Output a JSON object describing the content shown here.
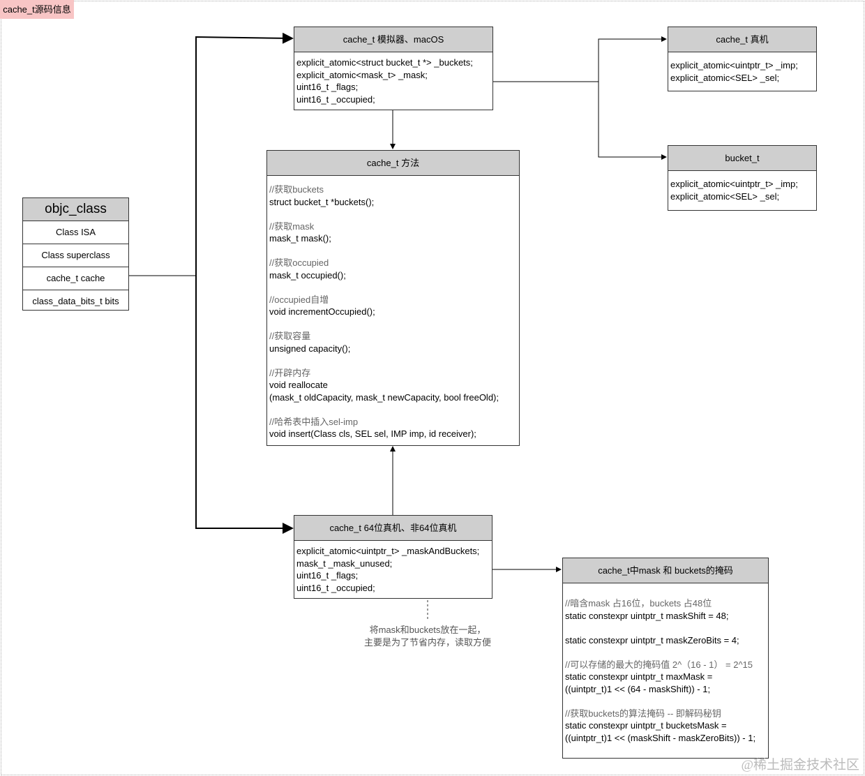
{
  "title": "cache_t源码信息",
  "objc_class": {
    "title": "objc_class",
    "rows": [
      "Class ISA",
      "Class superclass",
      "cache_t cache",
      "class_data_bits_t bits"
    ]
  },
  "sim": {
    "title": "cache_t 模拟器、macOS",
    "lines": [
      "explicit_atomic<struct bucket_t *> _buckets;",
      "explicit_atomic<mask_t> _mask;",
      "uint16_t _flags;",
      "uint16_t _occupied;"
    ]
  },
  "device": {
    "title": "cache_t 真机",
    "lines": [
      "explicit_atomic<uintptr_t> _imp;",
      "explicit_atomic<SEL> _sel;"
    ]
  },
  "bucket": {
    "title": "bucket_t",
    "lines": [
      "explicit_atomic<uintptr_t> _imp;",
      "explicit_atomic<SEL> _sel;"
    ]
  },
  "methods": {
    "title": "cache_t 方法",
    "groups": [
      {
        "comment": "//获取buckets",
        "code": "struct bucket_t *buckets();"
      },
      {
        "comment": "//获取mask",
        "code": "mask_t mask();"
      },
      {
        "comment": "//获取occupied",
        "code": "mask_t occupied();"
      },
      {
        "comment": "//occupied自增",
        "code": "void incrementOccupied();"
      },
      {
        "comment": "//获取容量",
        "code": "unsigned capacity();"
      },
      {
        "comment": "//开辟内存",
        "code": "void reallocate\n(mask_t oldCapacity, mask_t newCapacity, bool freeOld);"
      },
      {
        "comment": "//哈希表中插入sel-imp",
        "code": "void insert(Class cls, SEL sel, IMP imp, id receiver);"
      }
    ]
  },
  "arm64": {
    "title": "cache_t 64位真机、非64位真机",
    "lines": [
      "explicit_atomic<uintptr_t> _maskAndBuckets;",
      "mask_t _mask_unused;",
      "uint16_t _flags;",
      "uint16_t _occupied;"
    ]
  },
  "note": [
    "将mask和buckets放在一起，",
    "主要是为了节省内存，读取方便"
  ],
  "mask": {
    "title": "cache_t中mask 和 buckets的掩码",
    "groups": [
      {
        "comment": "//暗含mask 占16位，buckets 占48位",
        "code": "static constexpr uintptr_t maskShift = 48;"
      },
      {
        "comment": "",
        "code": "static constexpr uintptr_t maskZeroBits = 4;"
      },
      {
        "comment": "//可以存储的最大的掩码值 2^（16 - 1） = 2^15",
        "code": "static constexpr uintptr_t maxMask =\n((uintptr_t)1 << (64 - maskShift)) - 1;"
      },
      {
        "comment": "//获取buckets的算法掩码 -- 即解码秘钥",
        "code": "static constexpr uintptr_t bucketsMask =\n((uintptr_t)1 << (maskShift - maskZeroBits)) - 1;"
      }
    ]
  },
  "watermark": "@稀土掘金技术社区"
}
